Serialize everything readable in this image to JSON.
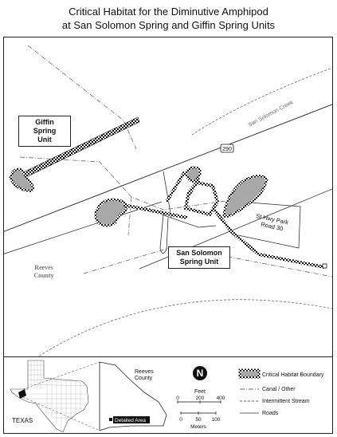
{
  "title": {
    "line1": "Critical Habitat for the Diminutive Amphipod",
    "line2": "at San Solomon Spring and Giffin Spring Units"
  },
  "map": {
    "units": {
      "giffin": {
        "line1": "Giffin Spring",
        "line2": "Unit"
      },
      "san_solomon": {
        "line1": "San Solomon",
        "line2": "Spring Unit"
      }
    },
    "county": {
      "line1": "Reeves",
      "line2": "County"
    },
    "creek_label": "San Solomon Creek",
    "highway_shield": "290",
    "park_label": {
      "line1": "St Hwy Park",
      "line2": "Road 30"
    }
  },
  "inset": {
    "state_label": "TEXAS",
    "county_label": {
      "line1": "Reeves",
      "line2": "County"
    },
    "detailed_area": "Detailed Area"
  },
  "scale": {
    "feet_label": "Feet",
    "feet_ticks": [
      "0",
      "200",
      "400"
    ],
    "meters_ticks": [
      "0",
      "50",
      "100"
    ],
    "meters_label": "Meters"
  },
  "legend": {
    "items": [
      {
        "label": "Critical Habitat Boundary",
        "symbol": "checkered-polygon"
      },
      {
        "label": "Canal / Other",
        "symbol": "dash-dot-line"
      },
      {
        "label": "Intermittent Stream",
        "symbol": "dashed-line"
      },
      {
        "label": "Roads",
        "symbol": "solid-line"
      }
    ]
  },
  "colors": {
    "habitat_fill": "#a8a8a8",
    "boundary": "#111111",
    "road": "#333333",
    "county_text": "#777777"
  }
}
